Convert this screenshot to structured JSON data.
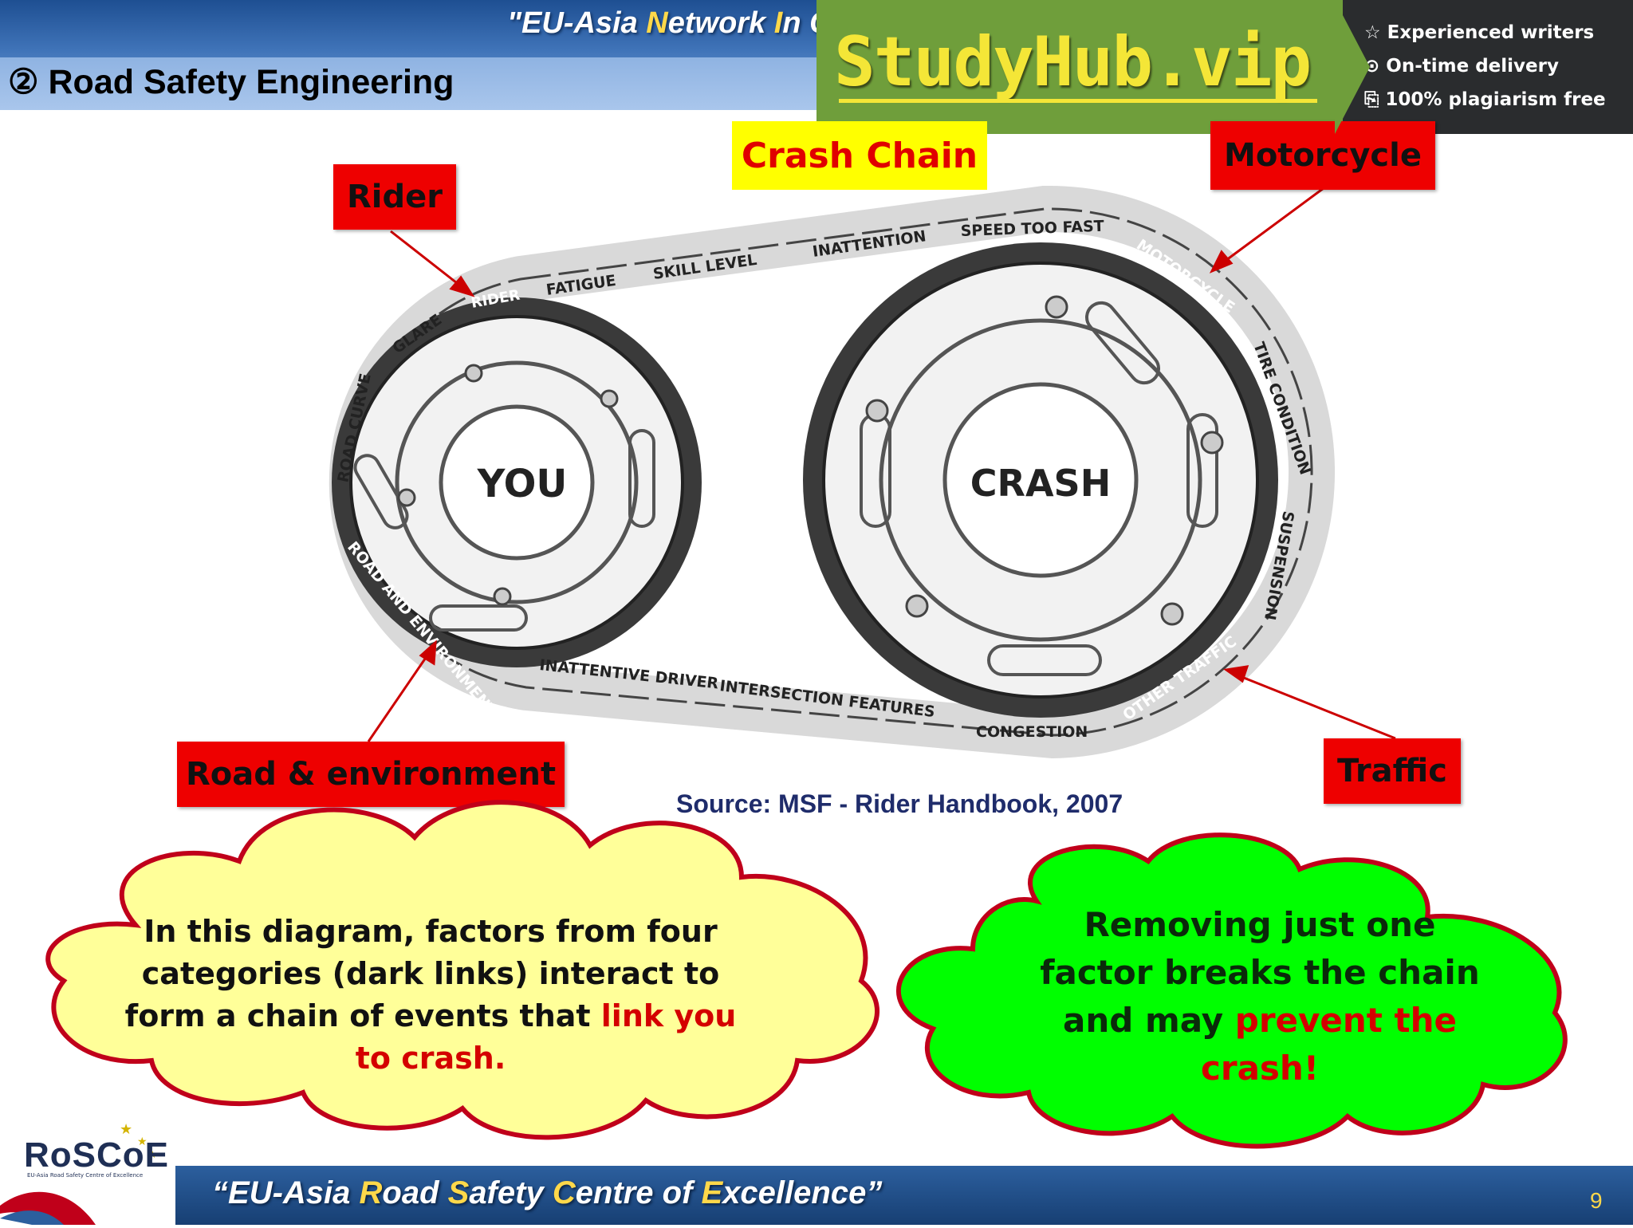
{
  "header": {
    "network_prefix": "\"EU-Asia ",
    "network_hl1": "N",
    "network_mid": "etwork ",
    "network_hl2": "I",
    "network_end": "n C",
    "section_title": "② Road Safety Engineering"
  },
  "ad": {
    "logo": "StudyHub.vip",
    "features": [
      "☆ Experienced writers",
      "⊙ On-time delivery",
      "⎘ 100% plagiarism free"
    ],
    "colors": {
      "green": "#6f9e3b",
      "dark": "#2a2c2e",
      "logo": "#f4e637"
    }
  },
  "diagram": {
    "title": "Crash Chain",
    "small_gear_label": "YOU",
    "large_gear_label": "CRASH",
    "links": {
      "rider": "RIDER",
      "fatigue": "FATIGUE",
      "skill_level": "SKILL LEVEL",
      "inattention": "INATTENTION",
      "speed_too_fast": "SPEED TOO FAST",
      "motorcycle": "MOTORCYCLE",
      "tire_condition": "TIRE CONDITION",
      "suspension": "SUSPENSION",
      "other_traffic": "OTHER TRAFFIC",
      "congestion": "CONGESTION",
      "intersection_features": "INTERSECTION FEATURES",
      "inattentive_driver": "INATTENTIVE DRIVER",
      "road_and_environment": "ROAD AND ENVIRONMENT",
      "road_curve": "ROAD CURVE",
      "glare": "GLARE"
    },
    "callouts": {
      "rider": "Rider",
      "motorcycle": "Motorcycle",
      "road_env": "Road & environment",
      "traffic": "Traffic"
    },
    "source": "Source: MSF - Rider Handbook, 2007"
  },
  "left_cloud": {
    "line1": "In this diagram, factors from four",
    "line2": "categories (dark links) interact to",
    "line3_black": "form a chain of events that ",
    "line3_red": "link you",
    "line4_red": "to crash.",
    "fill": "#ffff99"
  },
  "right_cloud": {
    "line1": "Removing just one",
    "line2": "factor breaks the chain",
    "line3_black": "and may ",
    "line3_red": "prevent the",
    "line4_red": "crash!",
    "fill": "#00ff00"
  },
  "footer": {
    "open_quote": "“EU-Asia ",
    "hl1": "R",
    "w1": "oad ",
    "hl2": "S",
    "w2": "afety ",
    "hl3": "C",
    "w3": "entre of ",
    "hl4": "E",
    "w4": "xcellence”",
    "logo": "RoSCoE",
    "logo_sub": "EU-Asia Road Safety Centre of Excellence",
    "page_number": "9"
  }
}
